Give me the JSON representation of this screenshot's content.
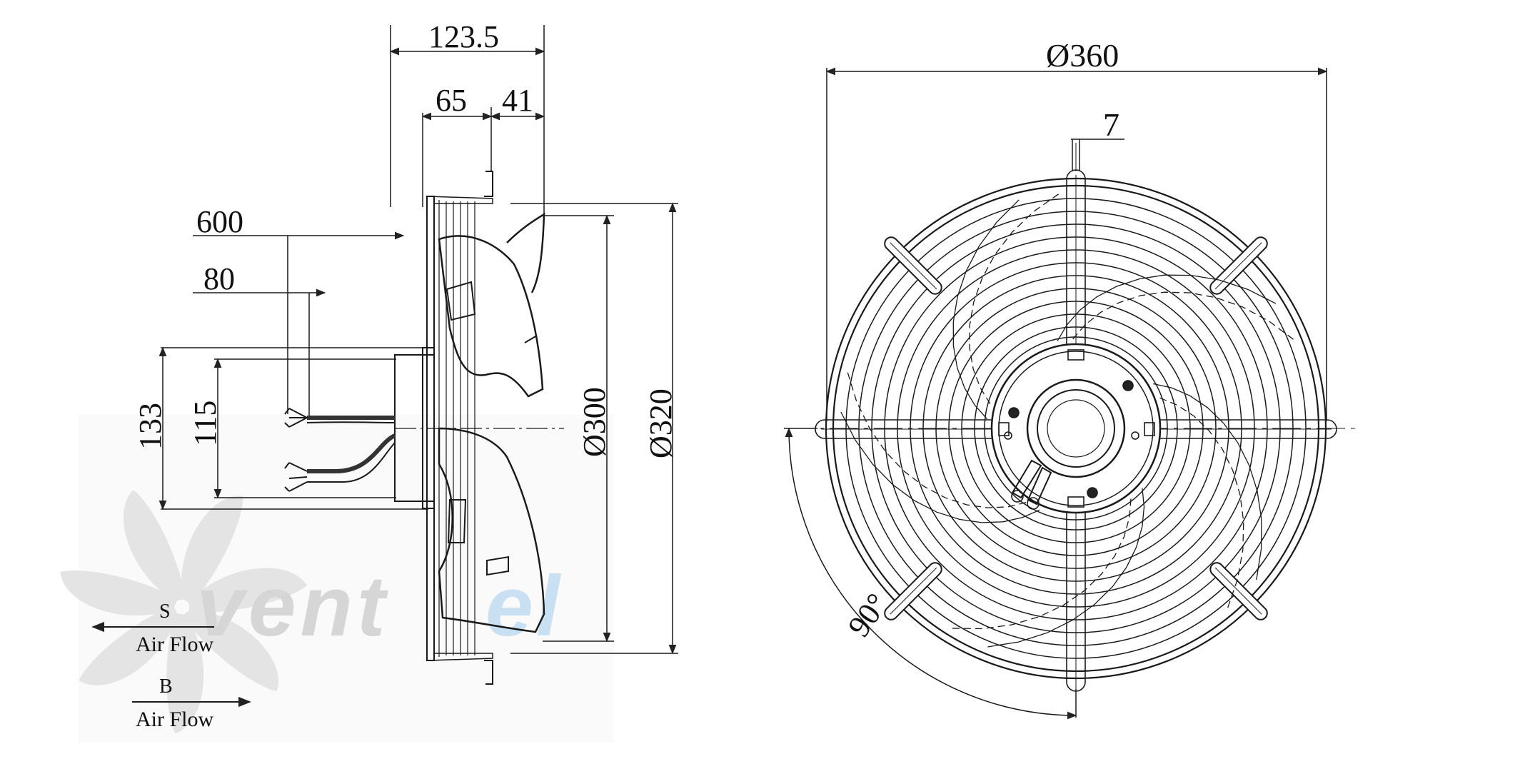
{
  "side_view": {
    "dimensions": {
      "overall_depth": "123.5",
      "motor_depth": "65",
      "guard_depth": "41",
      "cable_length": "600",
      "cable_strip_length": "80",
      "mount_height": "133",
      "motor_height": "115",
      "blade_diameter": "Ø300",
      "housing_diameter": "Ø320"
    },
    "airflow": {
      "s_label": "S",
      "s_caption": "Air Flow",
      "b_label": "B",
      "b_caption": "Air Flow"
    }
  },
  "front_view": {
    "dimensions": {
      "guard_diameter": "Ø360",
      "rod_width": "7",
      "angle": "90°"
    }
  },
  "watermark": {
    "text_gray": "vent",
    "text_blue": "el",
    "gray_color": "#d6d6d6",
    "blue_color": "#c9dff2"
  },
  "colors": {
    "line": "#1a1a1a",
    "thin": "#444444"
  }
}
